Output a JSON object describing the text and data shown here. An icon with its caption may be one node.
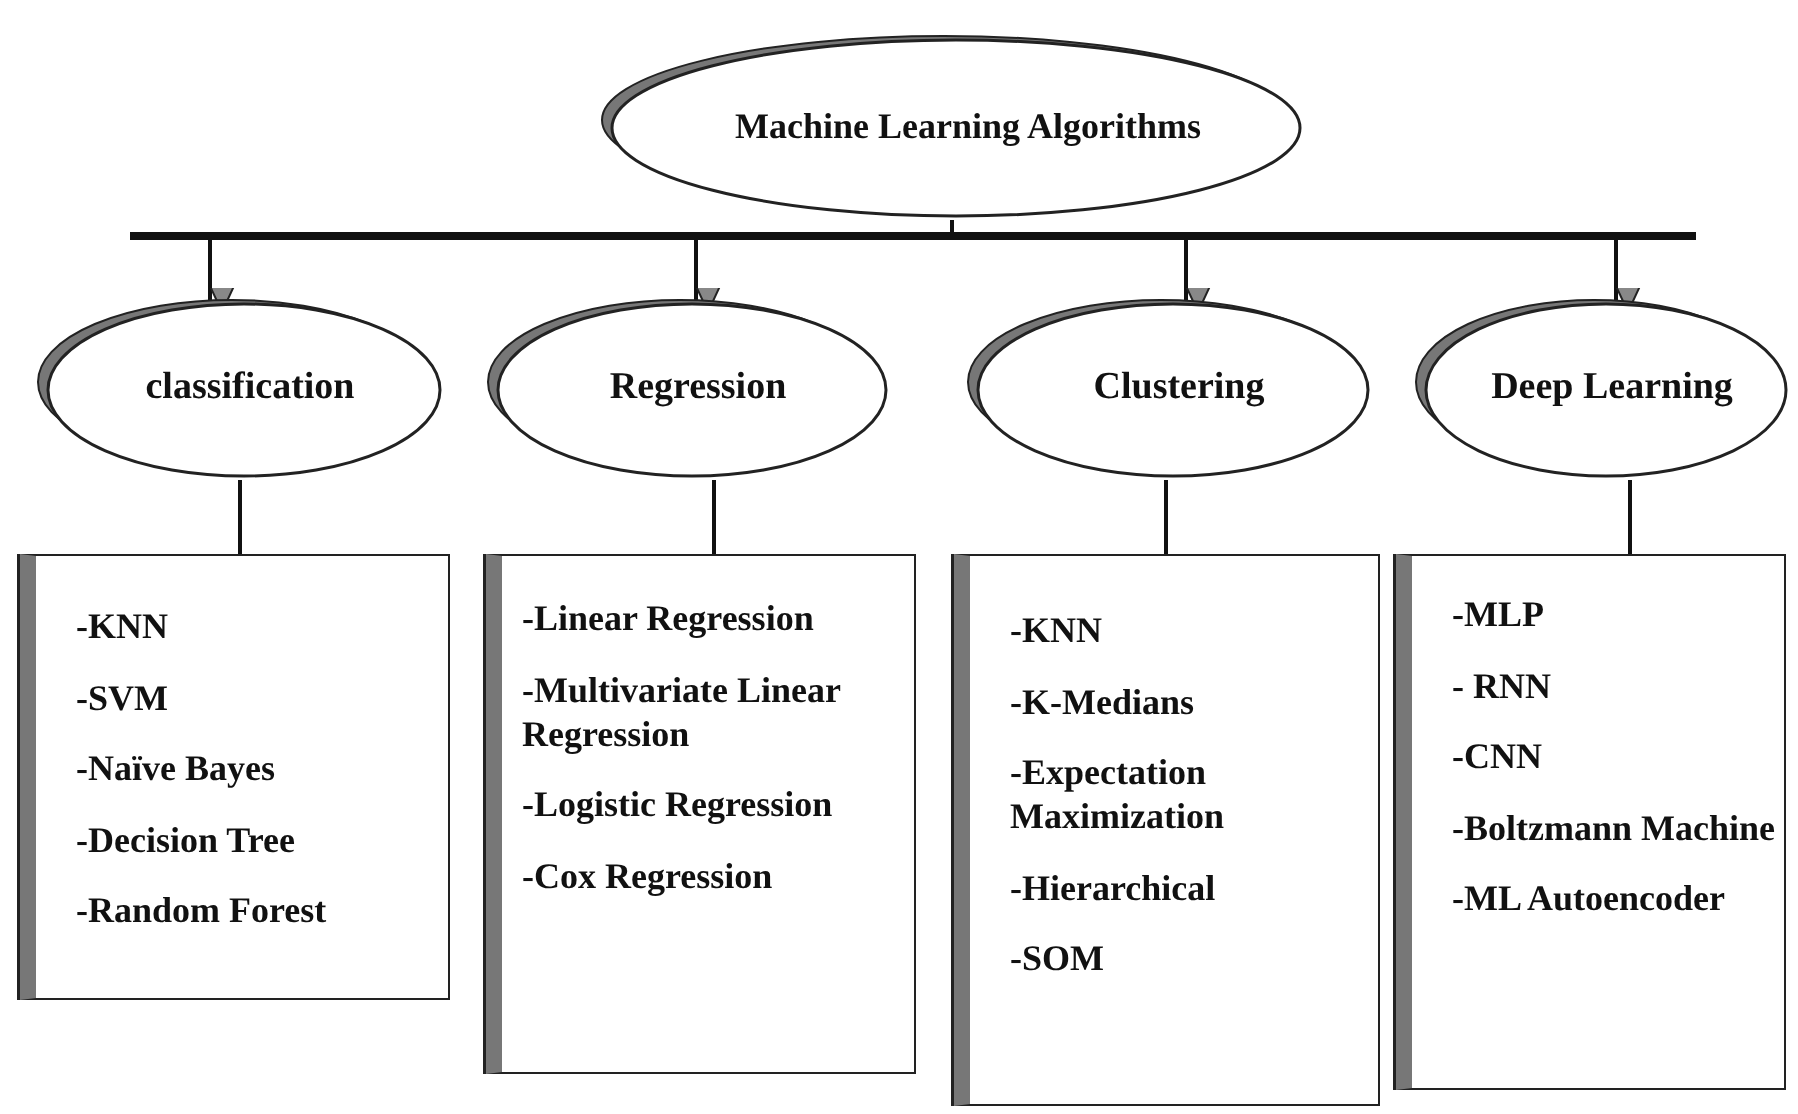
{
  "diagram": {
    "nodes": [
      {
        "text": [
          "Machine Learning Algorithms"
        ]
      },
      {
        "text": [
          "classification"
        ]
      },
      {
        "text": [
          "Regression"
        ]
      },
      {
        "text": [
          "Clustering"
        ]
      },
      {
        "text": [
          "Deep Learning"
        ]
      },
      {
        "text": [
          "-KNN",
          "-SVM",
          "-Naïve Bayes",
          "-Decision Tree",
          "-Random Forest"
        ]
      },
      {
        "text": [
          "-Linear Regression",
          "-Multivariate Linear Regression",
          "-Logistic Regression",
          "-Cox Regression"
        ]
      },
      {
        "text": [
          "-KNN",
          "-K-Medians",
          "-Expectation Maximization",
          "-Hierarchical",
          "-SOM"
        ]
      },
      {
        "text": [
          "-MLP",
          "- RNN",
          "-CNN",
          "-Boltzmann Machine",
          "-ML Autoencoder"
        ]
      }
    ],
    "edges": [
      {
        "from": 0,
        "to": 1,
        "arrow": "to"
      },
      {
        "from": 0,
        "to": 2,
        "arrow": "to"
      },
      {
        "from": 0,
        "to": 3,
        "arrow": "to"
      },
      {
        "from": 0,
        "to": 4,
        "arrow": "to"
      },
      {
        "from": 1,
        "to": 5,
        "arrow": "none"
      },
      {
        "from": 2,
        "to": 6,
        "arrow": "none"
      },
      {
        "from": 3,
        "to": 7,
        "arrow": "none"
      },
      {
        "from": 4,
        "to": 8,
        "arrow": "none"
      }
    ]
  }
}
